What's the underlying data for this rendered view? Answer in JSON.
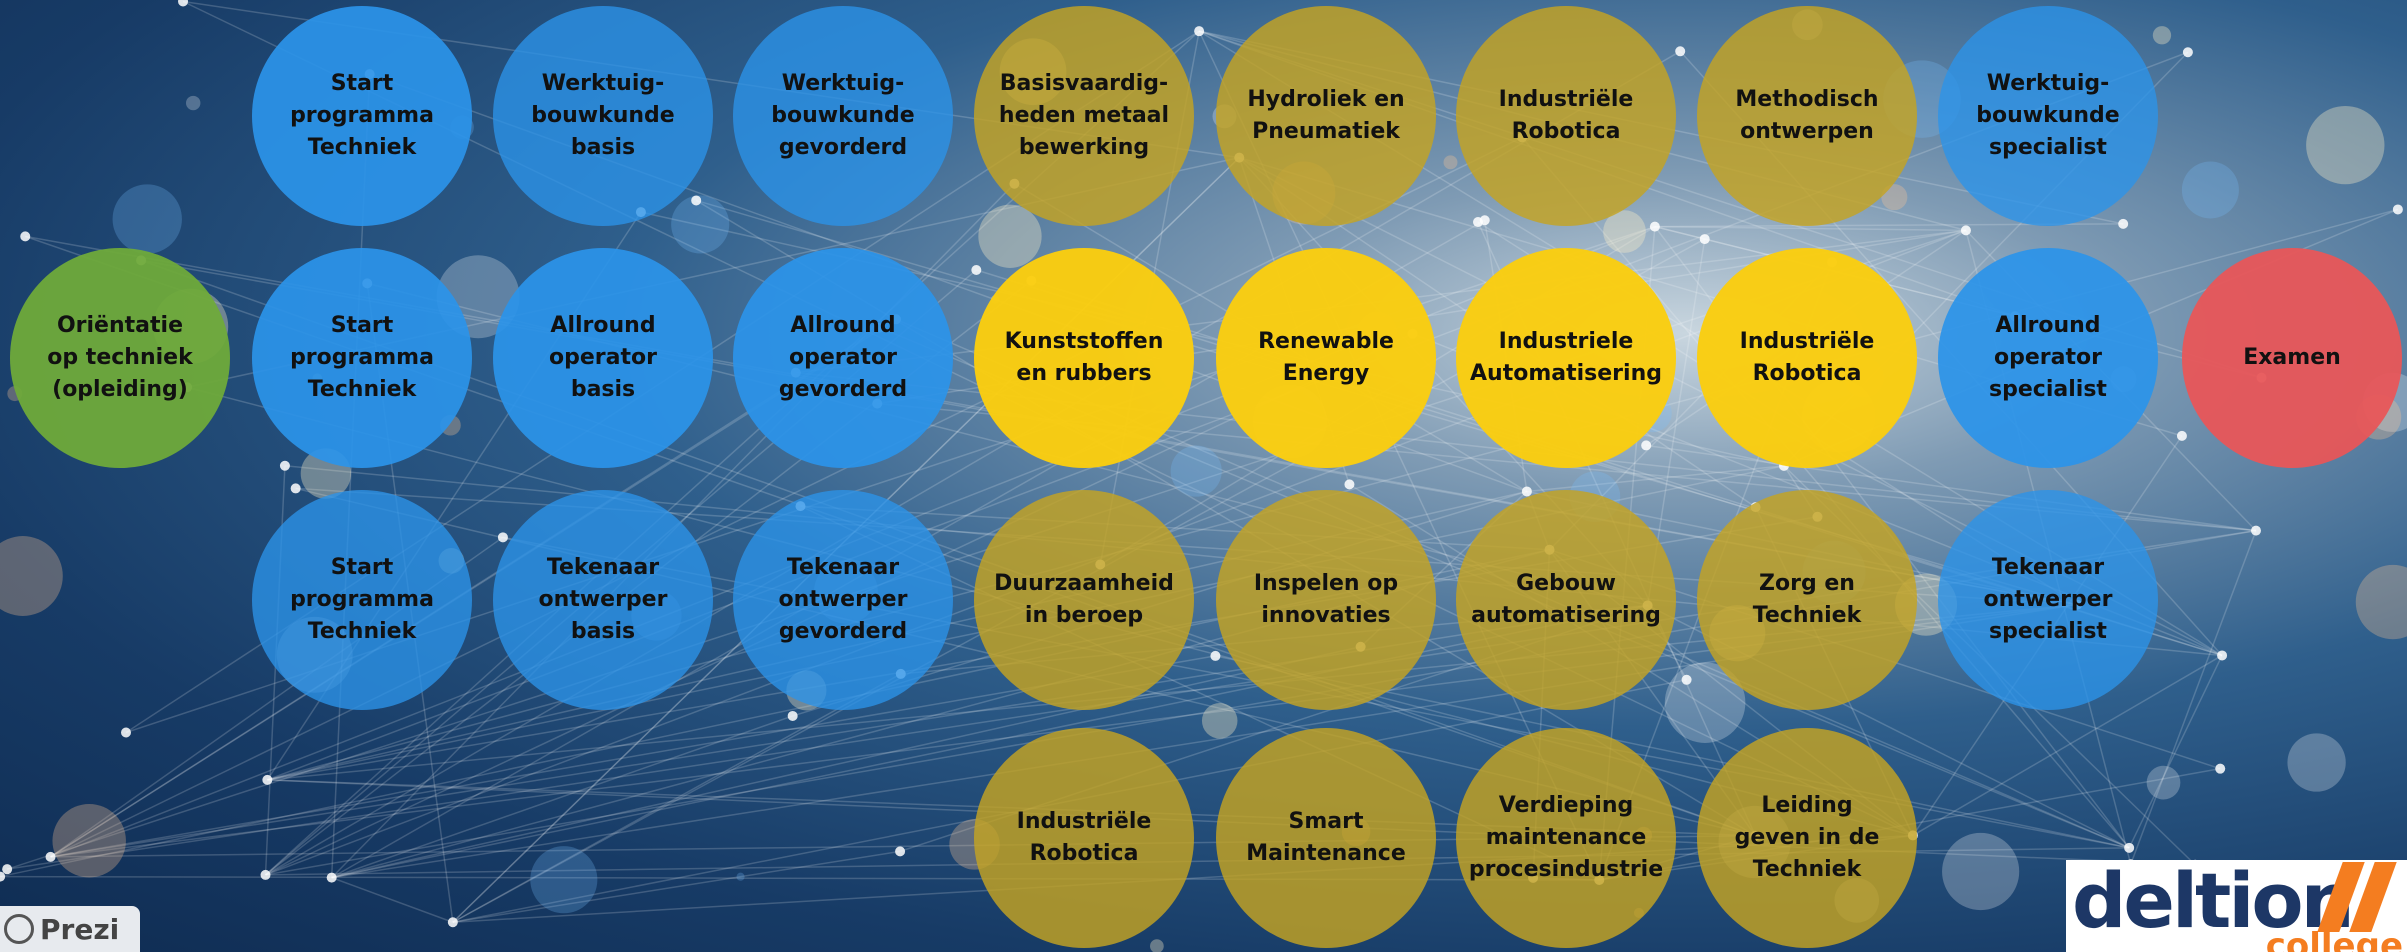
{
  "nodes": {
    "c1_r1": "Start\nprogramma\nTechniek",
    "c2_r1": "Werktuig-\nbouwkunde\nbasis",
    "c3_r1": "Werktuig-\nbouwkunde\ngevorderd",
    "c4_r1": "Basisvaardig-\nheden metaal\nbewerking",
    "c5_r1": "Hydroliek en\nPneumatiek",
    "c6_r1": "Industriële\nRobotica",
    "c7_r1": "Methodisch\nontwerpen",
    "c8_r1": "Werktuig-\nbouwkunde\nspecialist",
    "c0_r2": "Oriëntatie\nop techniek\n(opleiding)",
    "c1_r2": "Start\nprogramma\nTechniek",
    "c2_r2": "Allround\noperator\nbasis",
    "c3_r2": "Allround\noperator\ngevorderd",
    "c4_r2": "Kunststoffen\nen rubbers",
    "c5_r2": "Renewable\nEnergy",
    "c6_r2": "Industriele\nAutomatisering",
    "c7_r2": "Industriële\nRobotica",
    "c8_r2": "Allround\noperator\nspecialist",
    "c9_r2": "Examen",
    "c1_r3": "Start\nprogramma\nTechniek",
    "c2_r3": "Tekenaar\nontwerper\nbasis",
    "c3_r3": "Tekenaar\nontwerper\ngevorderd",
    "c4_r3": "Duurzaamheid\nin beroep",
    "c5_r3": "Inspelen op\ninnovaties",
    "c6_r3": "Gebouw\nautomatisering",
    "c7_r3": "Zorg en\nTechniek",
    "c8_r3": "Tekenaar\nontwerper\nspecialist",
    "c4_r4": "Industriële\nRobotica",
    "c5_r4": "Smart\nMaintenance",
    "c6_r4": "Verdieping\nmaintenance\nprocesindustrie",
    "c7_r4": "Leiding\ngeven in de\nTechniek"
  },
  "branding": {
    "prezi": "Prezi",
    "deltion": "deltion",
    "deltion_sub": "college"
  },
  "colors": {
    "blue": "#2b94e9",
    "yellow": "#facd10",
    "olive": "#c4a422",
    "green": "#6faa3a",
    "red": "#e85658",
    "deltion_navy": "#1d3766",
    "deltion_orange": "#f47d20"
  }
}
